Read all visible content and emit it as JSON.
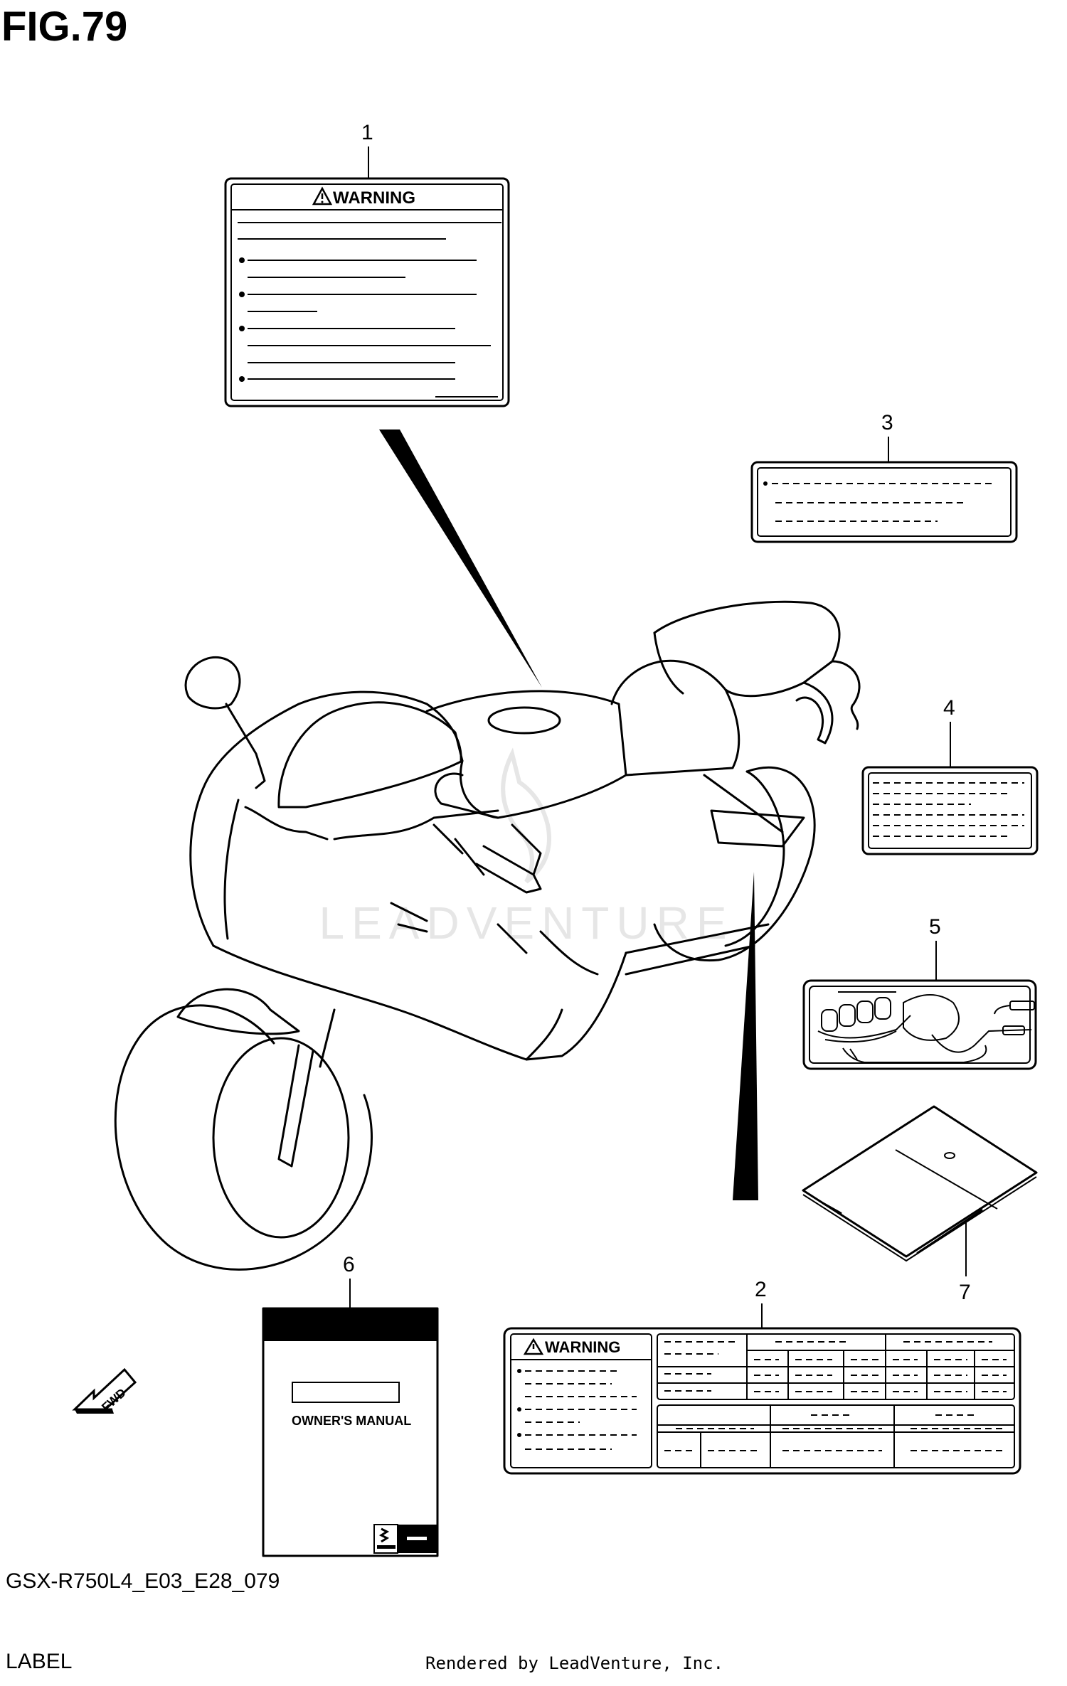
{
  "figure": {
    "title": "FIG.79",
    "model_code": "GSX-R750L4_E03_E28_079",
    "section": "LABEL",
    "credit": "Rendered by LeadVenture, Inc."
  },
  "callouts": [
    "1",
    "2",
    "3",
    "4",
    "5",
    "6",
    "7"
  ],
  "label_1": {
    "heading": "WARNING"
  },
  "label_2": {
    "heading": "WARNING"
  },
  "manual": {
    "title": "OWNER'S MANUAL"
  },
  "fwd_arrow": {
    "text": "FWD"
  },
  "watermark": {
    "text": "LEADVENTURE"
  },
  "colors": {
    "line": "#000000",
    "background": "#ffffff",
    "watermark": "#e6e6e6"
  }
}
